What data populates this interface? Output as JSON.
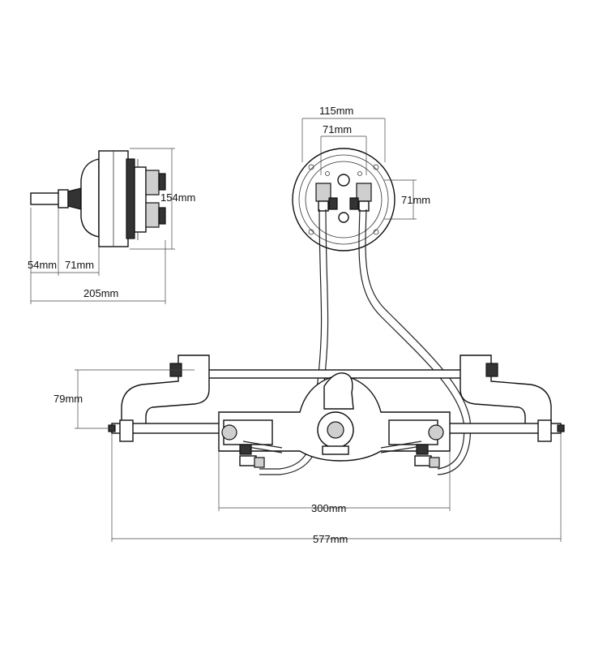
{
  "dimensions": {
    "side_height": "154mm",
    "side_54": "54mm",
    "side_71": "71mm",
    "side_205": "205mm",
    "helm_115": "115mm",
    "helm_71_top": "71mm",
    "helm_71_right": "71mm",
    "cyl_79": "79mm",
    "cyl_300": "300mm",
    "cyl_577": "577mm"
  }
}
